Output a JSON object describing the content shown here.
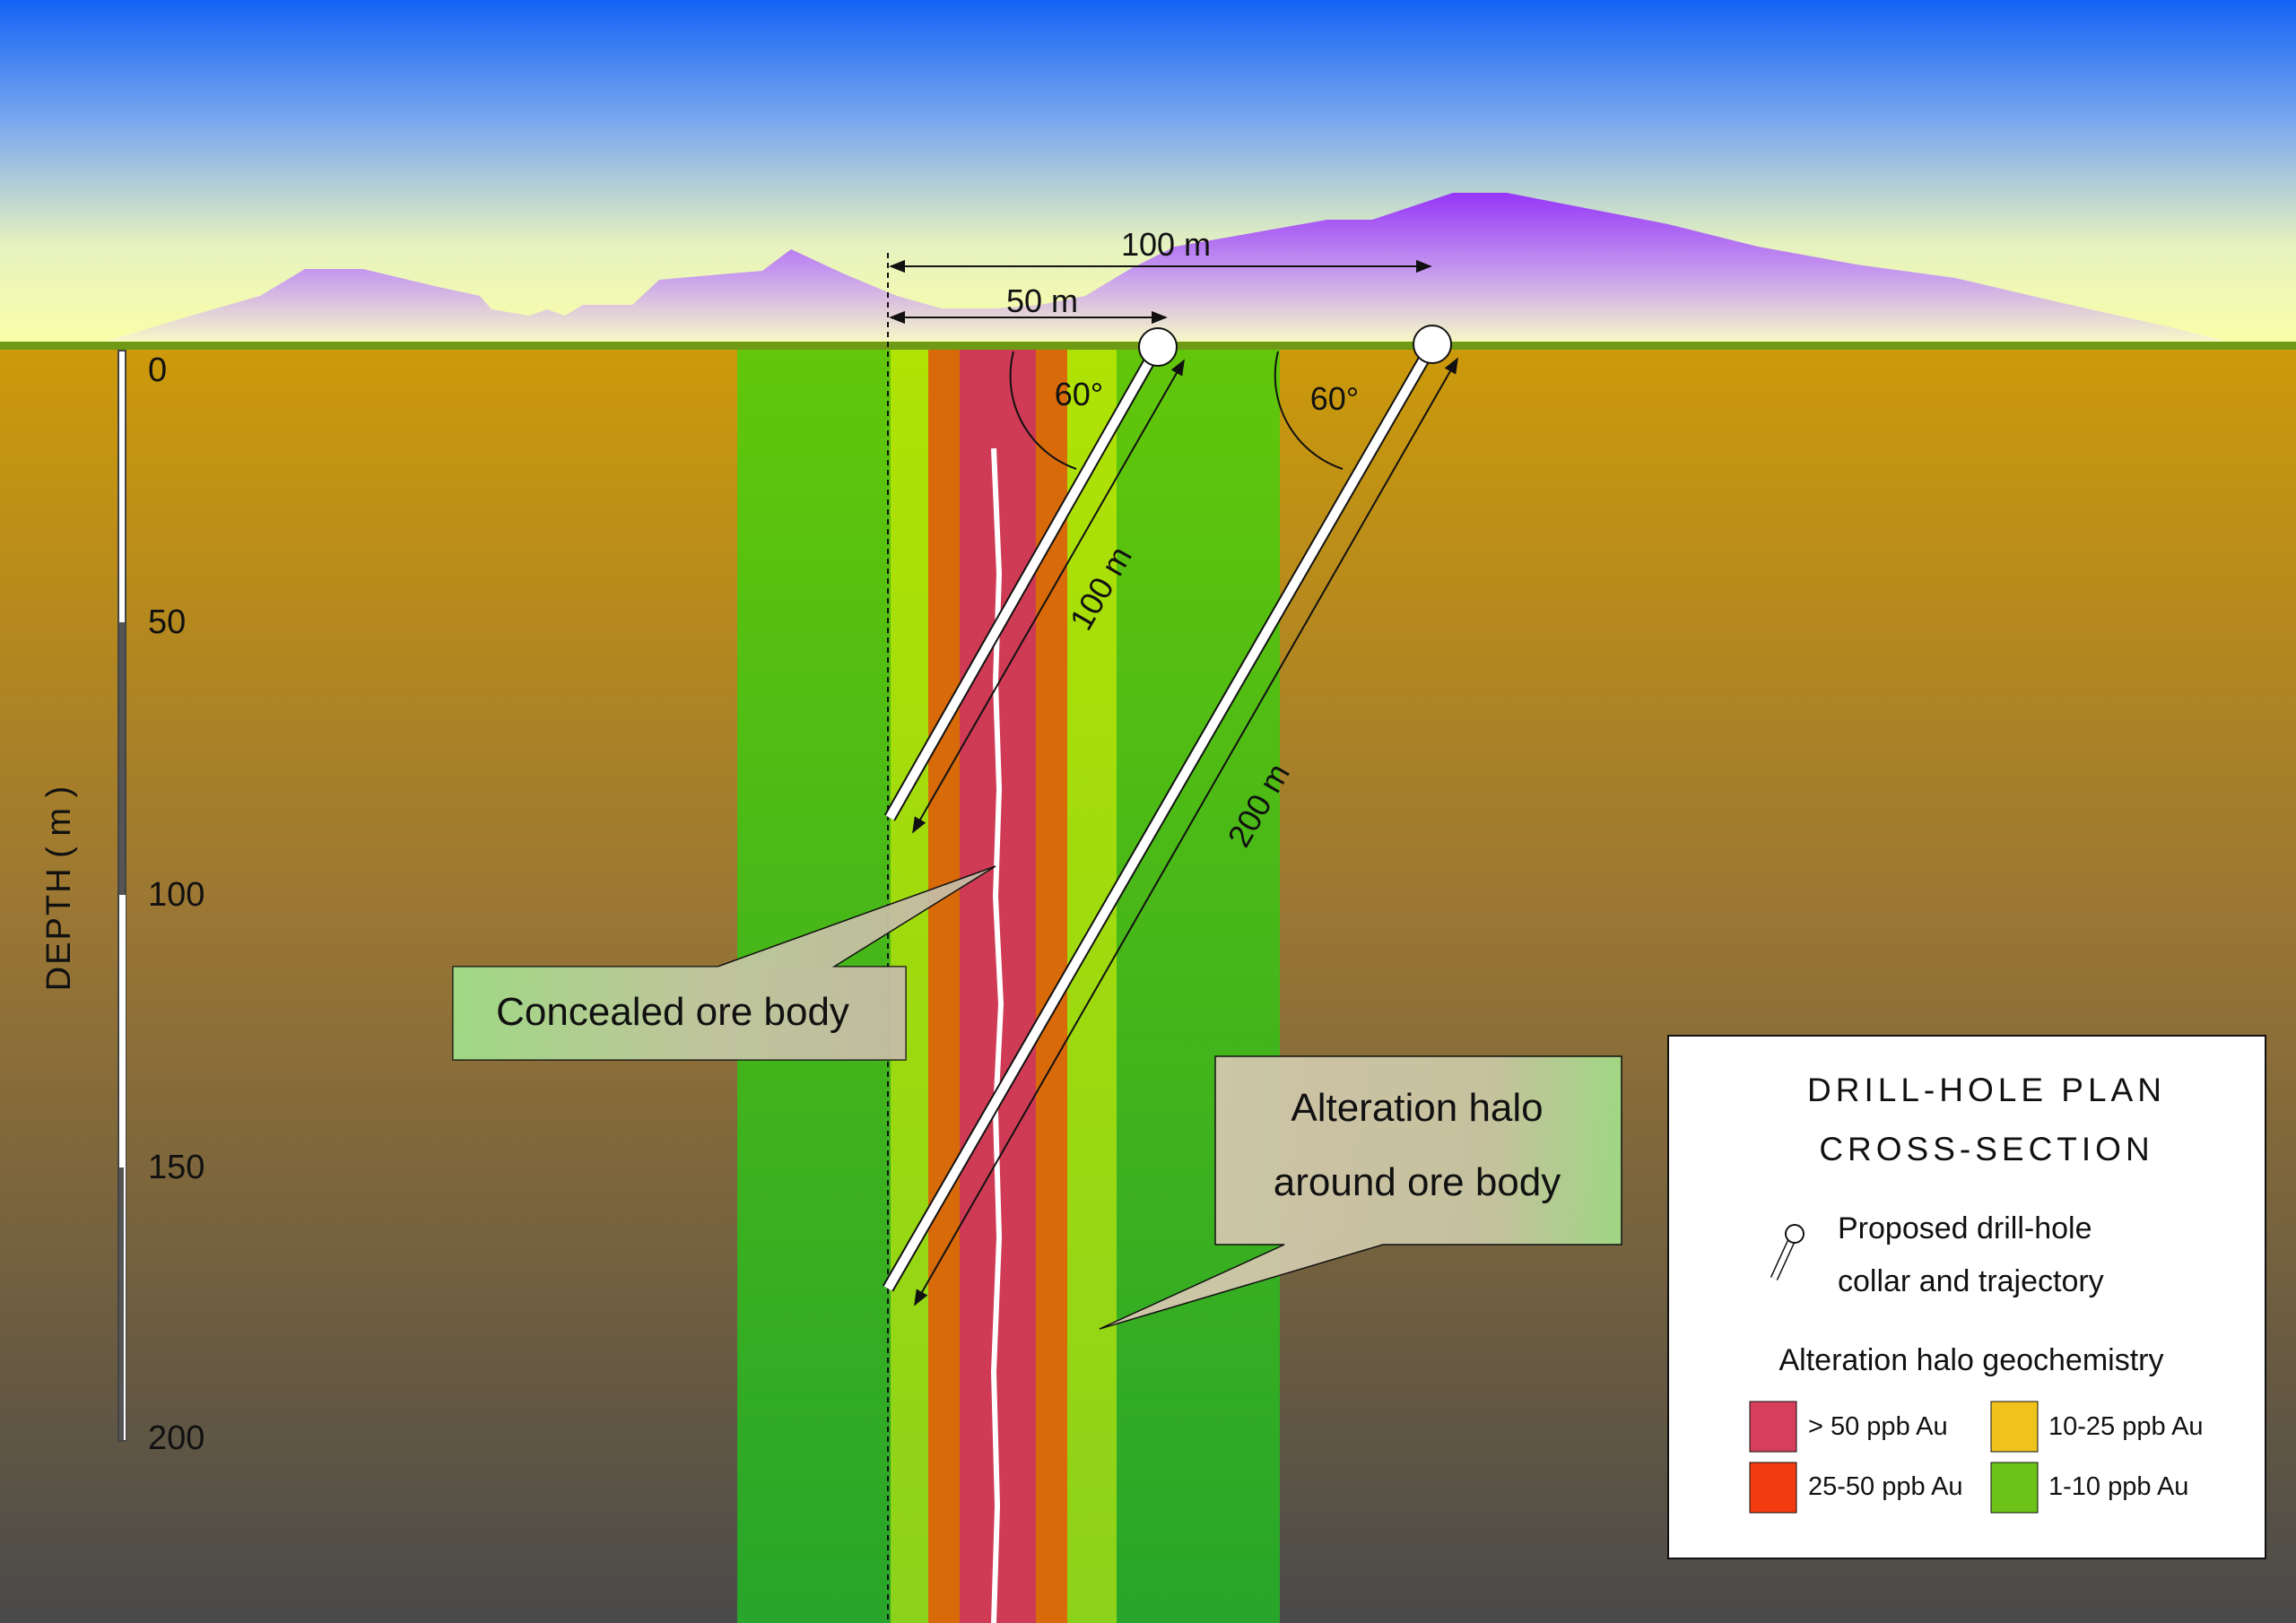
{
  "dimensions": {
    "top_50": "50 m",
    "top_100": "100 m",
    "hole1_length": "100 m",
    "hole2_length": "200 m"
  },
  "angles": {
    "hole1": "60°",
    "hole2": "60°"
  },
  "depth_scale": {
    "title": "DEPTH ( m )",
    "ticks": [
      "0",
      "50",
      "100",
      "150",
      "200"
    ]
  },
  "callouts": {
    "ore_body": "Concealed ore body",
    "halo_line1": "Alteration halo",
    "halo_line2": "around ore body"
  },
  "legend": {
    "title_line1": "DRILL-HOLE PLAN",
    "title_line2": "CROSS-SECTION",
    "drill_line1": "Proposed drill-hole",
    "drill_line2": "collar and trajectory",
    "geochem_title": "Alteration halo geochemistry",
    "items": [
      {
        "label": "> 50 ppb Au",
        "color": "#d53f5c"
      },
      {
        "label": "10-25 ppb Au",
        "color": "#f0c21c"
      },
      {
        "label": "25-50 ppb Au",
        "color": "#f23c10"
      },
      {
        "label": "1-10 ppb Au",
        "color": "#6cc219"
      }
    ]
  },
  "colors": {
    "sky_top": "#1463f5",
    "sky_bottom": "#fbffa6",
    "mountain": "#9a3bf5",
    "ground_top": "#cd9a0a",
    "ground_bottom": "#4a4a4a",
    "surface_line": "#6f9a16",
    "halo_outer": "#62c70a",
    "halo_light": "#a9e004",
    "halo_orange": "#d86a0a",
    "ore_red": "#cf3b55"
  }
}
